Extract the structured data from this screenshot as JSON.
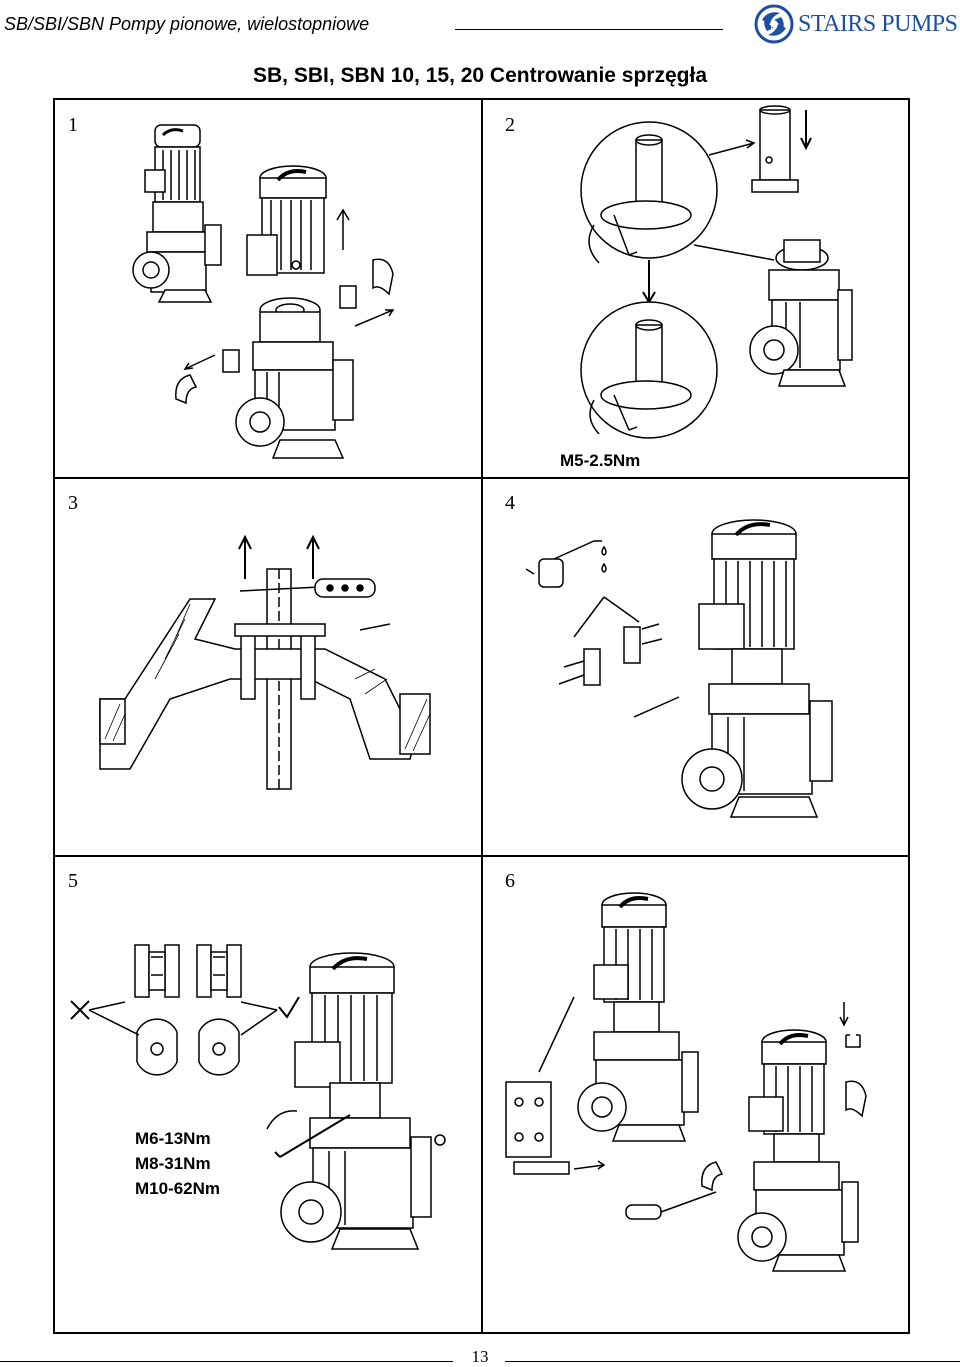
{
  "header": {
    "title": "SB/SBI/SBN Pompy pionowe, wielostopniowe",
    "logo_text": "STAIRS PUMPS",
    "logo_color": "#1f4fa0"
  },
  "heading": "SB, SBI, SBN 10, 15, 20 Centrowanie sprzęgła",
  "panels": [
    {
      "number": "1"
    },
    {
      "number": "2",
      "label": "M5-2.5Nm"
    },
    {
      "number": "3"
    },
    {
      "number": "4"
    },
    {
      "number": "5",
      "torques": [
        "M6-13Nm",
        "M8-31Nm",
        "M10-62Nm"
      ]
    },
    {
      "number": "6"
    }
  ],
  "footer": {
    "page_number": "13"
  }
}
